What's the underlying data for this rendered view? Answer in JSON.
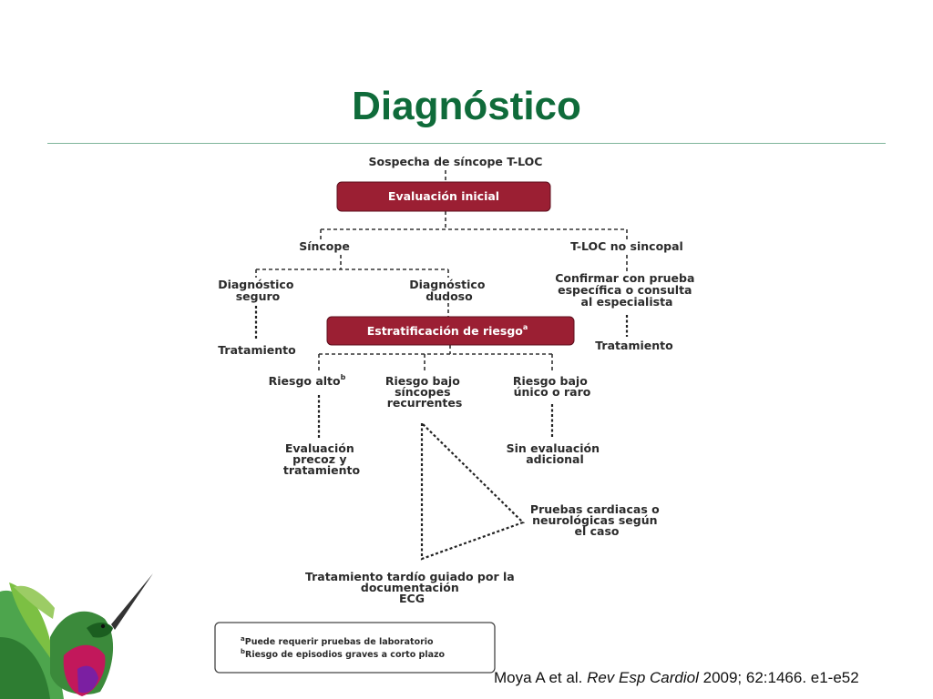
{
  "title": "Diagnóstico",
  "nodes": {
    "suspicion": "Sospecha de síncope T-LOC",
    "initial_eval": "Evaluación inicial",
    "syncope": "Síncope",
    "tloc_non_syncopal": "T-LOC no sincopal",
    "certain_dx": [
      "Diagnóstico",
      "seguro"
    ],
    "doubtful_dx": [
      "Diagnóstico",
      "dudoso"
    ],
    "confirm_test": [
      "Confirmar con prueba",
      "específica o consulta",
      "al especialista"
    ],
    "treatment_left": "Tratamiento",
    "treatment_right": "Tratamiento",
    "risk_strat": "Estratificación de riesgo",
    "risk_strat_sup": "a",
    "high_risk": "Riesgo alto",
    "high_risk_sup": "b",
    "low_risk_recurrent": [
      "Riesgo bajo",
      "síncopes",
      "recurrentes"
    ],
    "low_risk_single": [
      "Riesgo bajo",
      "único o raro"
    ],
    "early_eval": [
      "Evaluación",
      "precoz y",
      "tratamiento"
    ],
    "no_further_eval": [
      "Sin evaluación",
      "adicional"
    ],
    "cardiac_tests": [
      "Pruebas cardiacas o",
      "neurológicas según",
      "el caso"
    ],
    "delayed_treatment": [
      "Tratamiento tardío guiado por la",
      "documentación",
      "ECG"
    ]
  },
  "footnotes": [
    {
      "sup": "a",
      "text": "Puede requerir pruebas de laboratorio"
    },
    {
      "sup": "b",
      "text": "Riesgo de episodios graves a corto plazo"
    }
  ],
  "citation": {
    "authors": "Moya A et al. ",
    "journal": "Rev Esp Cardiol",
    "details": " 2009; 62:1466. e1-e52"
  },
  "colors": {
    "title": "#0f6b3a",
    "box_fill": "#9b1f33",
    "rule": "#7fb59a"
  },
  "decoration": "hummingbird-illustration"
}
